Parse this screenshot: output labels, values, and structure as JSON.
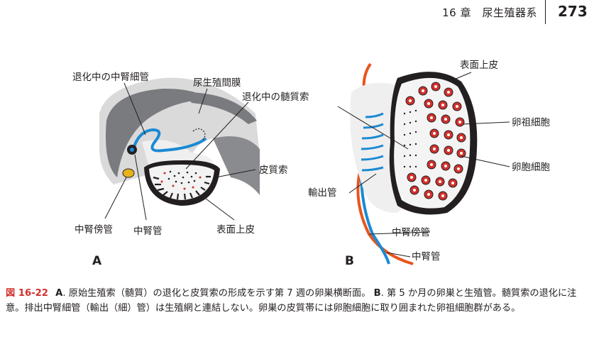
{
  "header": {
    "chapter": "16 章　尿生殖器系",
    "page_number": "273"
  },
  "figure_a": {
    "panel": "A",
    "labels": {
      "degenerating_mesonephric_tubule": "退化中の中腎細管",
      "urogenital_mesentery": "尿生殖間膜",
      "degenerating_medullary_cords": "退化中の髄質索",
      "cortical_cords": "皮質索",
      "paramesonephric_duct": "中腎傍管",
      "mesonephric_duct": "中腎管",
      "surface_epithelium": "表面上皮"
    }
  },
  "figure_b": {
    "panel": "B",
    "labels": {
      "surface_epithelium": "表面上皮",
      "oogonia": "卵祖細胞",
      "follicular_cells": "卵胞細胞",
      "efferent_ducts": "輸出管",
      "paramesonephric_duct": "中腎傍管",
      "mesonephric_duct": "中腎管"
    }
  },
  "caption": {
    "figure_number": "図 16-22",
    "part_a_letter": "A",
    "part_a_text": ". 原始生殖索（髄質）の退化と皮質索の形成を示す第 7 週の卵巣横断面。",
    "part_b_letter": "B",
    "part_b_text": ". 第 5 か月の卵巣と生殖管。髄質索の退化に注意。排出中腎細管（輸出（細）管）は生殖網と連結しない。卵巣の皮質帯には卵胞細胞に取り囲まれた卵祖細胞群がある。"
  },
  "colors": {
    "accent_red": "#d0312d",
    "duct_blue": "#1a8ad4",
    "duct_orange": "#e8541c",
    "yellow_duct": "#e8b21e",
    "gray_dark": "#6d6e71",
    "gray_light": "#d9d9d9"
  }
}
